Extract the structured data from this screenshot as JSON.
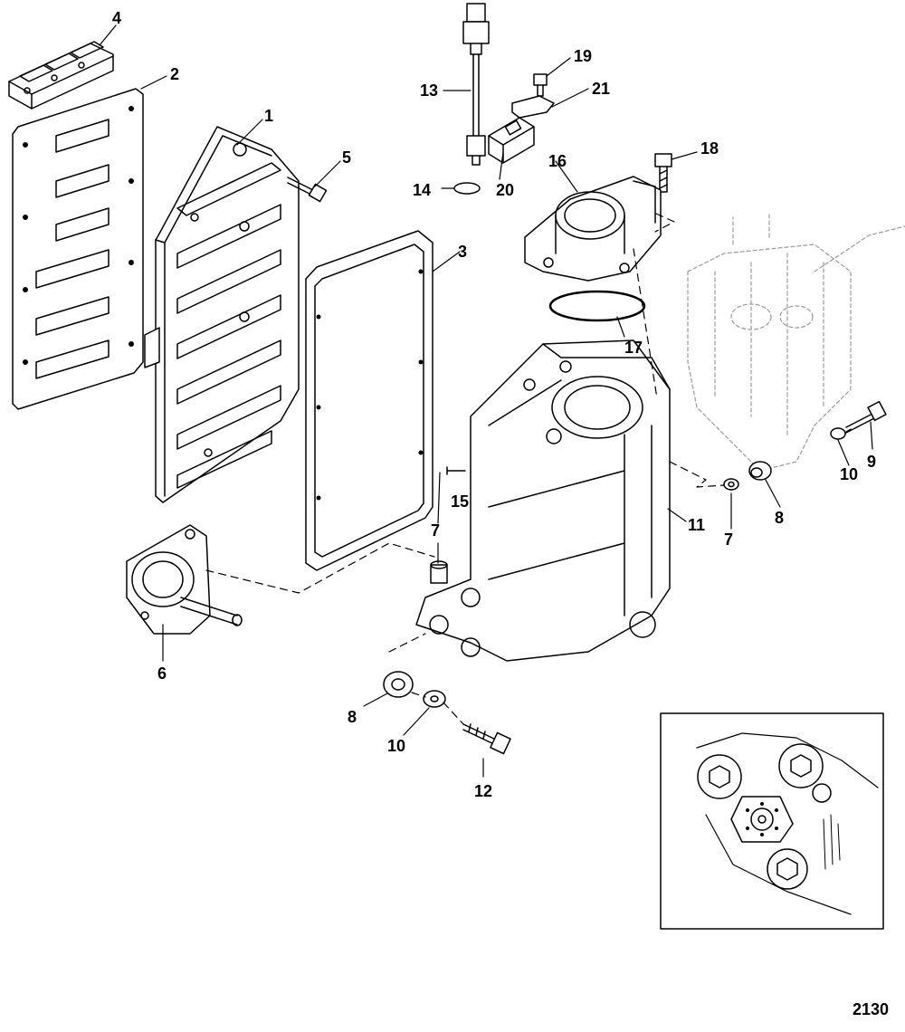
{
  "diagram": {
    "callouts": [
      {
        "id": "c4a",
        "label": "4"
      },
      {
        "id": "c2",
        "label": "2"
      },
      {
        "id": "c1",
        "label": "1"
      },
      {
        "id": "c5",
        "label": "5"
      },
      {
        "id": "c13",
        "label": "13"
      },
      {
        "id": "c19",
        "label": "19"
      },
      {
        "id": "c21",
        "label": "21"
      },
      {
        "id": "c14",
        "label": "14"
      },
      {
        "id": "c20",
        "label": "20"
      },
      {
        "id": "c16",
        "label": "16"
      },
      {
        "id": "c18",
        "label": "18"
      },
      {
        "id": "c3",
        "label": "3"
      },
      {
        "id": "c17",
        "label": "17"
      },
      {
        "id": "c9",
        "label": "9"
      },
      {
        "id": "c10a",
        "label": "10"
      },
      {
        "id": "c8a",
        "label": "8"
      },
      {
        "id": "c7a",
        "label": "7"
      },
      {
        "id": "c11",
        "label": "11"
      },
      {
        "id": "c15",
        "label": "15"
      },
      {
        "id": "c7b",
        "label": "7"
      },
      {
        "id": "c6",
        "label": "6"
      },
      {
        "id": "c8b",
        "label": "8"
      },
      {
        "id": "c10b",
        "label": "10"
      },
      {
        "id": "c12",
        "label": "12"
      }
    ],
    "figure_number": "2130",
    "colors": {
      "line": "#000000",
      "ghost_line": "#9a9a9a",
      "background": "#ffffff"
    }
  }
}
